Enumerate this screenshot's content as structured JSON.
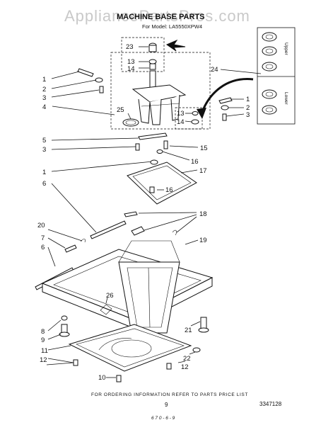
{
  "watermark": "AppliancePartsPros.com",
  "title": "MACHINE BASE PARTS",
  "model_line": "For Model: LA5550XPW4",
  "inset": {
    "upper": "Upper",
    "lower": "Lower"
  },
  "callouts": {
    "c23": "23",
    "c13a": "13",
    "c14a": "14",
    "c24": "24",
    "c1a": "1",
    "c2a": "2",
    "c3a": "3",
    "c4": "4",
    "c25": "25",
    "c13b": "13",
    "c14b": "14",
    "c1b": "1",
    "c2b": "2",
    "c3b": "3",
    "c5": "5",
    "c3c": "3",
    "c15": "15",
    "c16a": "16",
    "c1c": "1",
    "c17": "17",
    "c6a": "6",
    "c16b": "16",
    "c18": "18",
    "c20": "20",
    "c7": "7",
    "c6b": "6",
    "c19": "19",
    "c26": "26",
    "c8": "8",
    "c9": "9",
    "c21": "21",
    "c11": "11",
    "c22": "22",
    "c12": "12",
    "c10": "10"
  },
  "footer": {
    "ordering_note": "FOR ORDERING INFORMATION REFER TO PARTS PRICE LIST",
    "page_number": "9",
    "doc_number": "3347128",
    "handwritten": "6 7 0 - 6 - 9"
  }
}
